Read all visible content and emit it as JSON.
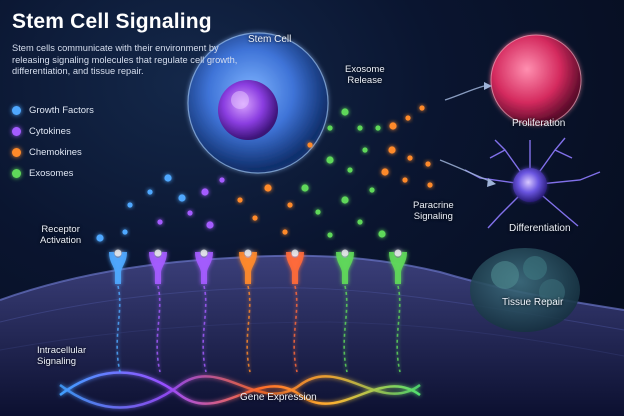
{
  "title": "Stem Cell Signaling",
  "description": "Stem cells communicate with their environment by releasing signaling molecules that regulate cell growth, differentiation, and tissue repair.",
  "legend": [
    {
      "label": "Growth Factors",
      "icon": "blue-dot",
      "color": "#4fa8ff"
    },
    {
      "label": "Cytokines",
      "icon": "purple-dot",
      "color": "#a45cff"
    },
    {
      "label": "Chemokines",
      "icon": "orange-dot",
      "color": "#ff8a2a"
    },
    {
      "label": "Exosomes",
      "icon": "green-dot",
      "color": "#5fd85a"
    }
  ],
  "labels": {
    "stem_cell": "Stem Cell",
    "exosome_release_1": "Exosome",
    "exosome_release_2": "Release",
    "proliferation": "Proliferation",
    "paracrine_1": "Paracrine",
    "paracrine_2": "Signaling",
    "differentiation": "Differentiation",
    "tissue_repair": "Tissue Repair",
    "receptor_1": "Receptor",
    "receptor_2": "Activation",
    "intracellular_1": "Intracellular",
    "intracellular_2": "Signaling",
    "gene_expression": "Gene Expression"
  },
  "receptor_colors": [
    "#4fa8ff",
    "#a45cff",
    "#a45cff",
    "#ff8a2a",
    "#ff6a3a",
    "#5fd85a",
    "#5fd85a"
  ]
}
